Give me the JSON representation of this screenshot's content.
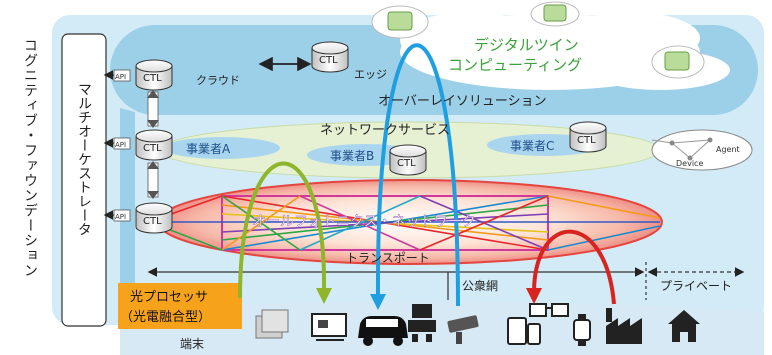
{
  "vertical_left_title": "コグニティブ・ファウンデーション",
  "orchestrator": "マルチオーケストレータ",
  "ctl": "CTL",
  "api": "API",
  "cloud": "クラウド",
  "edge": "エッジ",
  "overlay": "オーバーレイソリューション",
  "digital_twin_line1": "デジタルツイン",
  "digital_twin_line2": "コンピューティング",
  "network_service": "ネットワークサービス",
  "operator_a": "事業者A",
  "operator_b": "事業者B",
  "operator_c": "事業者C",
  "agent": "Agent",
  "device": "Device",
  "all_photonics": "オールフォトニクス・ネットワーク",
  "transport": "トランスポート",
  "public_network": "公衆網",
  "private": "プライベート",
  "optical_processor_line1": "光プロセッサ",
  "optical_processor_line2": "（光電融合型）",
  "terminal": "端末",
  "colors": {
    "overlay_band": "#9ccfe8",
    "outer_frame": "#d3ebf6",
    "network_band": "#e6f0d2",
    "operator_blob": "#a9d5ee",
    "green_text": "#3aa23a",
    "arrow_green": "#8fb52b",
    "arrow_blue": "#1f9fe0",
    "arrow_red": "#d8231f",
    "processor_orange": "#f7a21b"
  }
}
